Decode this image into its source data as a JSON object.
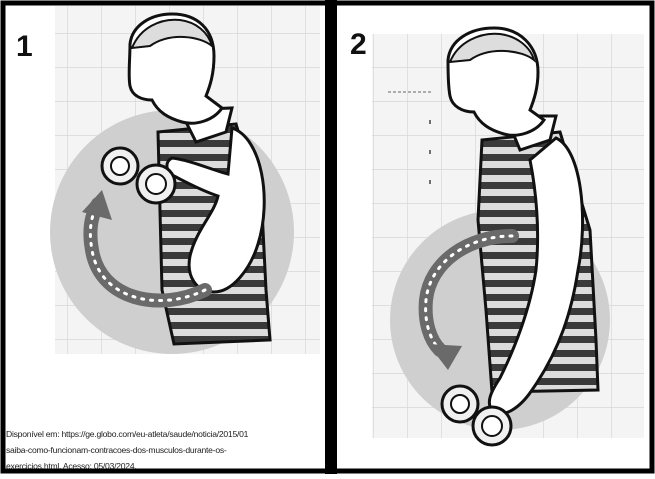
{
  "figure": {
    "panels": [
      {
        "label": "1"
      },
      {
        "label": "2"
      }
    ],
    "caption": {
      "line1": "Disponível em: https://ge.globo.com/eu-atleta/saude/noticia/2015/01",
      "line2": "saiba-como-funcionam-contracoes-dos-musculos-durante-os-",
      "line3": "exercicios.html. Acesso: 05/03/2024."
    }
  }
}
